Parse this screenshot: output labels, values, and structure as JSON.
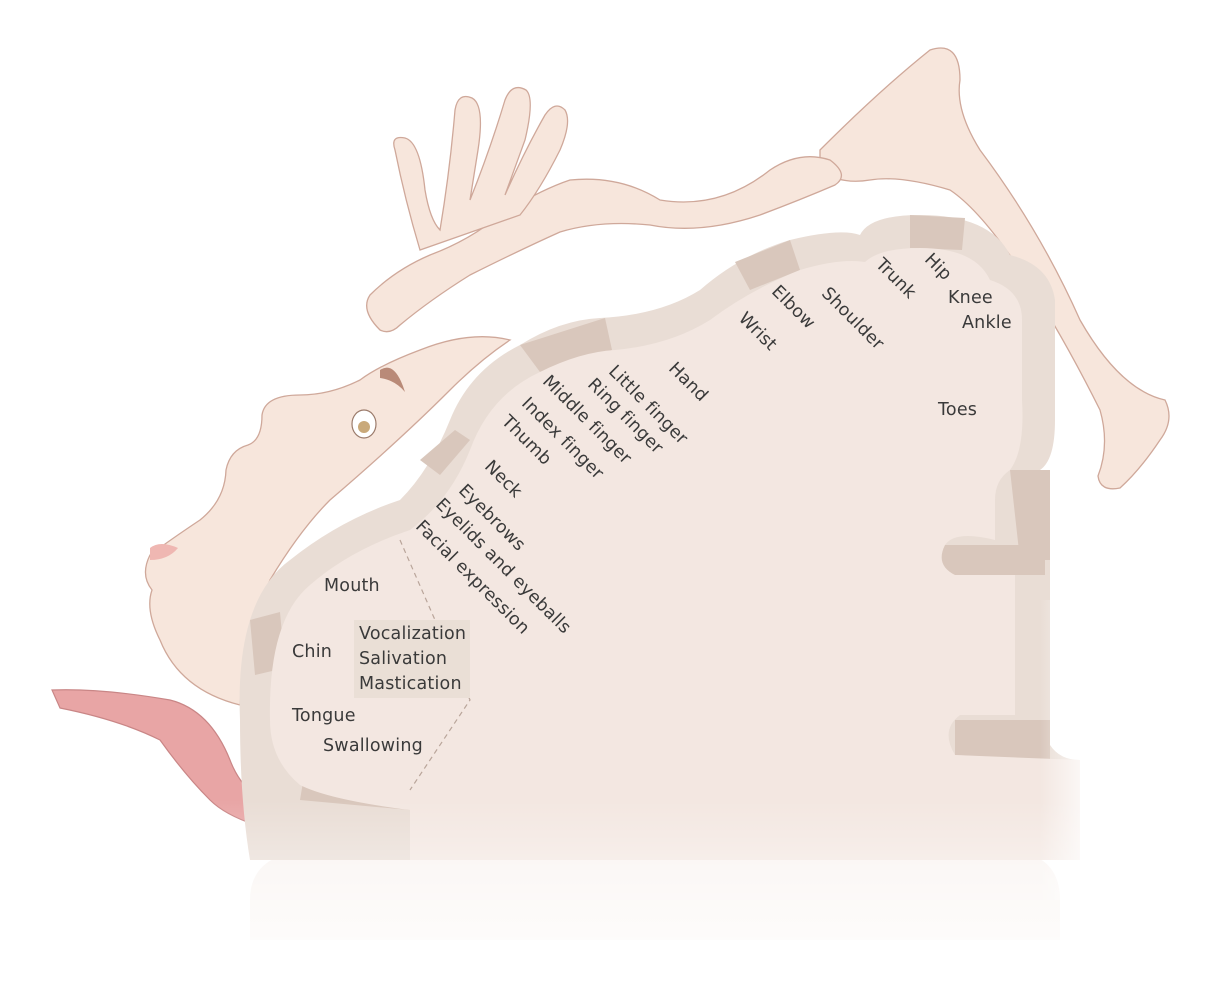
{
  "labels": {
    "toes": "Toes",
    "ankle": "Ankle",
    "knee": "Knee",
    "hip": "Hip",
    "trunk": "Trunk",
    "shoulder": "Shoulder",
    "elbow": "Elbow",
    "wrist": "Wrist",
    "hand": "Hand",
    "little_finger": "Little finger",
    "ring_finger": "Ring finger",
    "middle_finger": "Middle finger",
    "index_finger": "Index finger",
    "thumb": "Thumb",
    "neck": "Neck",
    "eyebrows": "Eyebrows",
    "eyelids": "Eyelids and eyeballs",
    "facial": "Facial expression",
    "mouth": "Mouth",
    "chin": "Chin",
    "tongue": "Tongue",
    "swallowing": "Swallowing",
    "vocalization": "Vocalization",
    "salivation": "Salivation",
    "mastication": "Mastication"
  },
  "colors": {
    "skin": "#f7e6dc",
    "skin_outline": "#cfa89a",
    "brain_fill": "#f3e7e1",
    "cortex_band_light": "#e9ddd5",
    "cortex_band_dark": "#d9c7bc",
    "tongue": "#e8a5a5",
    "label_text": "#3a3a3a"
  }
}
